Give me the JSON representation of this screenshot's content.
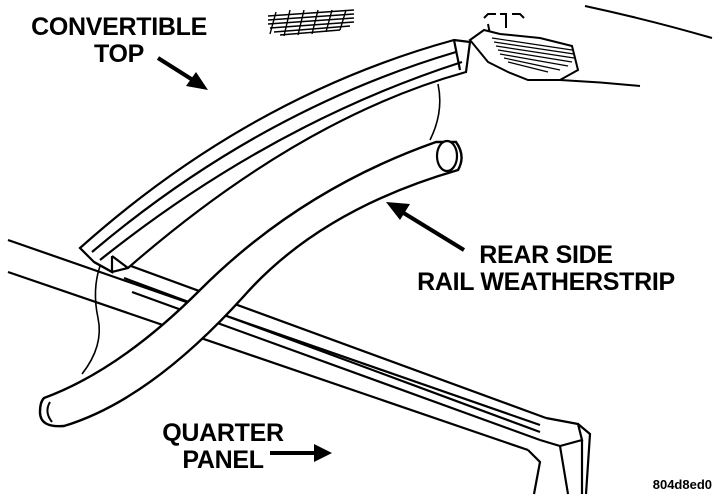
{
  "labels": {
    "convertible_top": [
      "CONVERTIBLE",
      "TOP"
    ],
    "rear_side_rail_weatherstrip": [
      "REAR SIDE",
      "RAIL WEATHERSTRIP"
    ],
    "quarter_panel": [
      "QUARTER",
      "PANEL"
    ]
  },
  "figure_code": "804d8ed0",
  "colors": {
    "ink": "#000000",
    "paper": "#ffffff"
  }
}
